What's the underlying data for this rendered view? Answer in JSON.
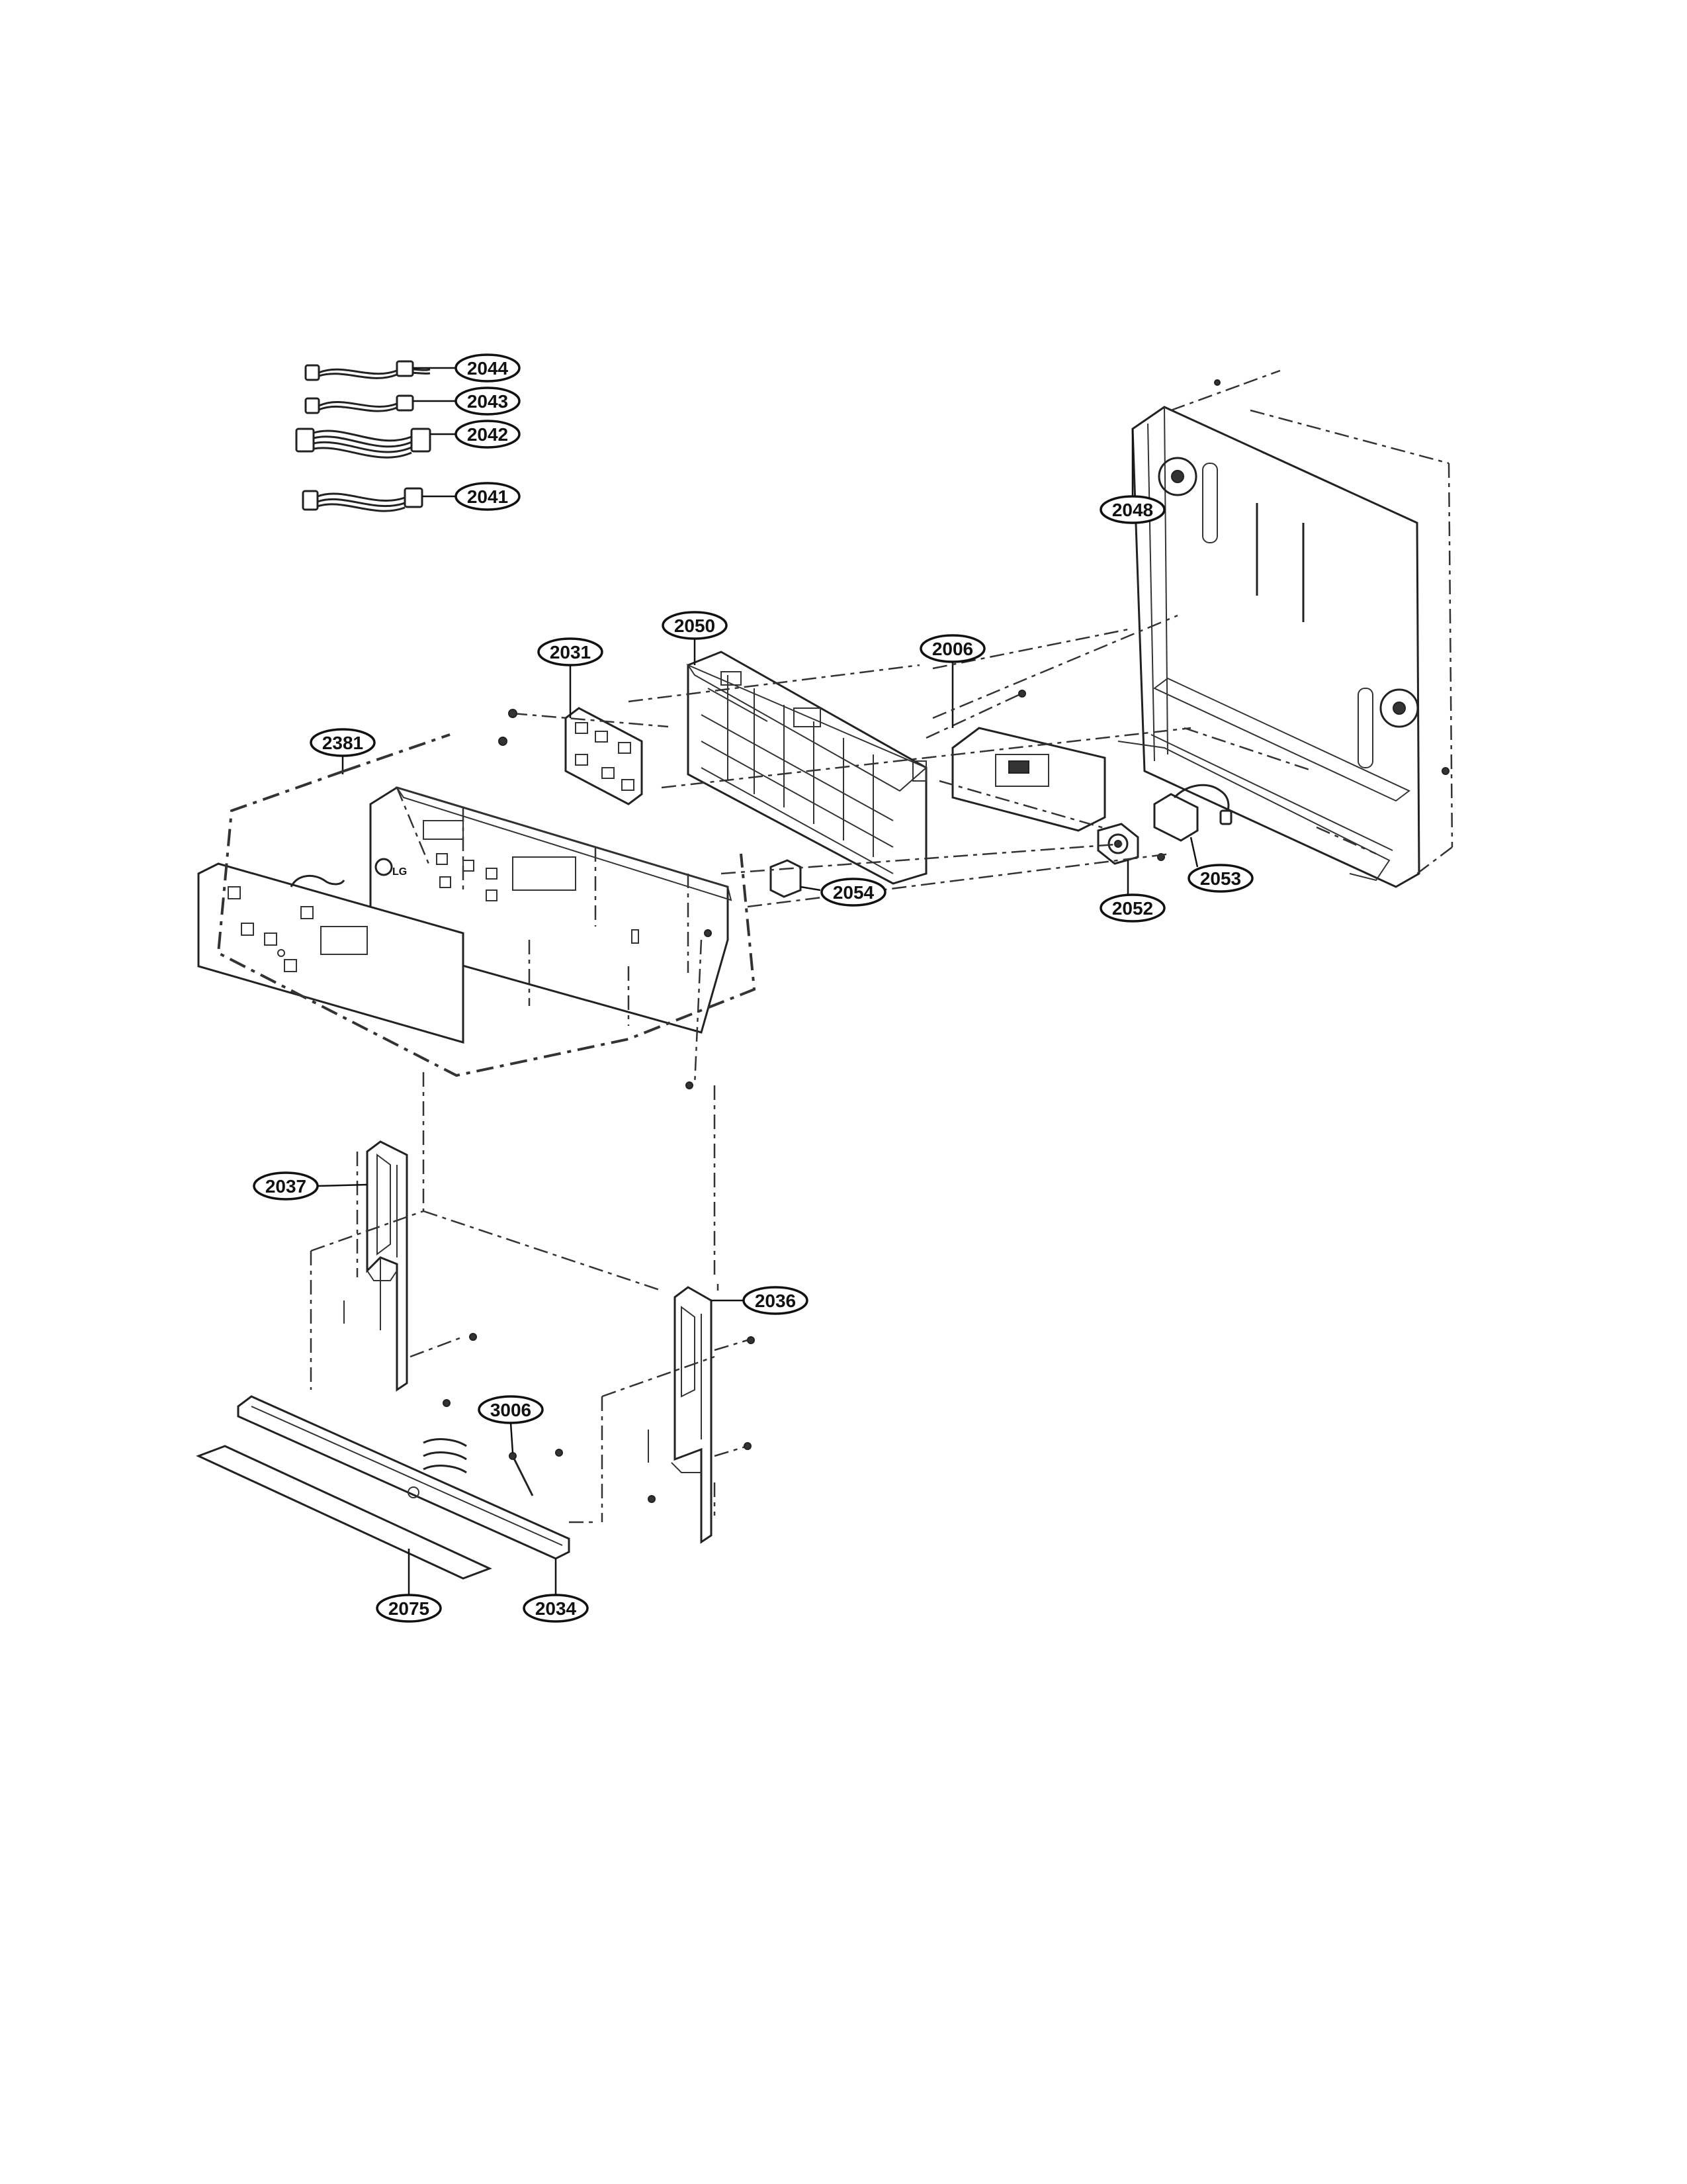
{
  "parts": [
    {
      "id": "p2044",
      "label": "2044"
    },
    {
      "id": "p2043",
      "label": "2043"
    },
    {
      "id": "p2042",
      "label": "2042"
    },
    {
      "id": "p2041",
      "label": "2041"
    },
    {
      "id": "p2048",
      "label": "2048"
    },
    {
      "id": "p2031",
      "label": "2031"
    },
    {
      "id": "p2050",
      "label": "2050"
    },
    {
      "id": "p2006",
      "label": "2006"
    },
    {
      "id": "p2381",
      "label": "2381"
    },
    {
      "id": "p2054",
      "label": "2054"
    },
    {
      "id": "p2053",
      "label": "2053"
    },
    {
      "id": "p2052",
      "label": "2052"
    },
    {
      "id": "p2037",
      "label": "2037"
    },
    {
      "id": "p2036",
      "label": "2036"
    },
    {
      "id": "p3006",
      "label": "3006"
    },
    {
      "id": "p2075",
      "label": "2075"
    },
    {
      "id": "p2034",
      "label": "2034"
    }
  ]
}
